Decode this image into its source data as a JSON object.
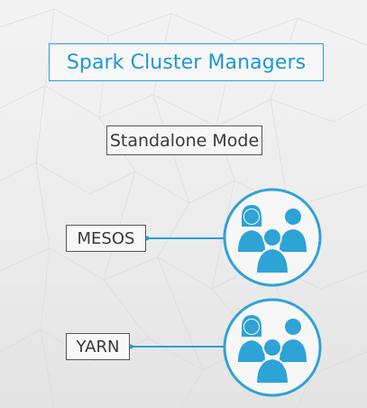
{
  "diagram": {
    "title": "Spark Cluster Managers",
    "nodes": [
      {
        "id": "standalone",
        "label": "Standalone Mode"
      },
      {
        "id": "mesos",
        "label": "MESOS",
        "connected_icon": "users-group-icon"
      },
      {
        "id": "yarn",
        "label": "YARN",
        "connected_icon": "users-group-icon"
      }
    ]
  },
  "colors": {
    "accent": "#1f97d4",
    "icon_fill": "#2ea3d6",
    "label_border": "#555555",
    "background": "#ececec"
  }
}
